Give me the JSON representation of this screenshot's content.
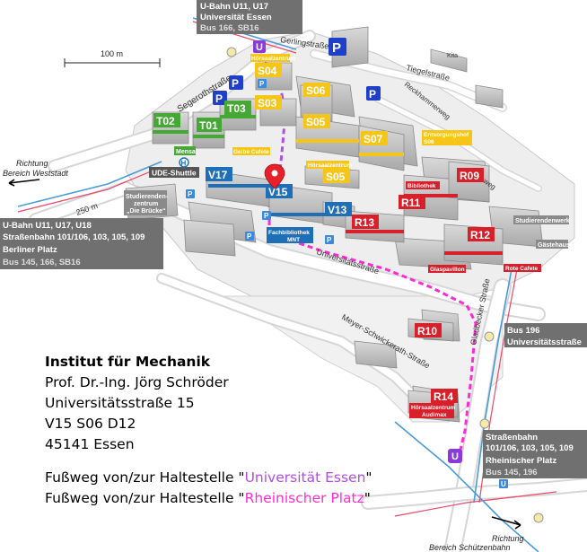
{
  "scale": {
    "label": "100 m"
  },
  "streets": {
    "gerlingstrasse": "Gerlingstraße",
    "segerothstrasse": "Segerothstraße",
    "tiegelstrasse": "Tiegelstraße",
    "reckhammerweg": "Reckhammerweg",
    "weg": "weg",
    "universitaetsstrasse": "Universitätsstraße",
    "meyer_schwickerath": "Meyer-Schwickerath-Straße",
    "gladbecker_strasse": "Gladbecker Straße",
    "street_250m": "250 m",
    "kita": "Kita"
  },
  "transit": {
    "top": {
      "line1": "U-Bahn U11, U17",
      "line2": "Universität Essen",
      "line3": "Bus 166, SB16"
    },
    "left": {
      "line1": "U-Bahn U11, U17, U18",
      "line2": "Straßenbahn 101/106, 103, 105, 109",
      "line3": "Berliner Platz",
      "line4": "Bus 145, 166, SB16"
    },
    "right_mid": {
      "line1": "Bus 196",
      "line2": "Universitätsstraße"
    },
    "right_bottom": {
      "line1": "Straßenbahn",
      "line2": "101/106, 103, 105, 109",
      "line3": "Rheinischer Platz",
      "line4": "Bus 145, 196"
    },
    "dir_weststadt": {
      "line1": "Richtung",
      "line2": "Bereich Weststadt"
    },
    "dir_schuetzenbahn": {
      "line1": "Richtung",
      "line2": "Bereich Schützenbahn"
    },
    "ude_shuttle": "UDE-Shuttle"
  },
  "buildings": {
    "green": [
      "T02",
      "T01",
      "T03"
    ],
    "yellow": [
      "S04",
      "S03",
      "S06",
      "S05",
      "S07",
      "S05"
    ],
    "blue": [
      "V17",
      "V15",
      "V13"
    ],
    "red": [
      "R09",
      "R11",
      "R13",
      "R12",
      "R10",
      "R14"
    ]
  },
  "facilities": {
    "mensa": "Mensa",
    "gelbe_cafete": "Gelbe Cafete",
    "hoersaal_s04": "Hörsaalzentrum",
    "hoersaal_s05": "Hörsaalzentrum",
    "extra_sport": "Entsorgungshof",
    "studierendenzentrum": {
      "line1": "Studierenden-",
      "line2": "zentrum",
      "line3": "„Die Brücke“"
    },
    "fachbibliothek": {
      "line1": "Fachbibliothek",
      "line2": "MNT"
    },
    "bibliothek": "Bibliothek",
    "studierendenwerk": "Studierendenwerk",
    "gaestehaus": "Gästehaus",
    "glaspavillon": "Glaspavillon",
    "rote_cafete": "Rote Cafete",
    "audimax": {
      "line1": "Hörsaalzentrum",
      "line2": "Audimax"
    }
  },
  "icons": {
    "parking": "P",
    "ubahn": "U",
    "tram": "H"
  },
  "info": {
    "institute": "Institut für Mechanik",
    "professor": "Prof. Dr.-Ing. Jörg Schröder",
    "street": "Universitätsstraße 15",
    "room": "V15 S06 D12",
    "city": "45141 Essen",
    "walk1_prefix": "Fußweg von/zur Haltestelle \"",
    "walk1_stop": "Universität Essen",
    "walk1_suffix": "\"",
    "walk2_prefix": "Fußweg von/zur Haltestelle \"",
    "walk2_stop": "Rheinischer Platz",
    "walk2_suffix": "\""
  },
  "colors": {
    "green": "#45a835",
    "yellow": "#f5c518",
    "blue": "#1f6fb8",
    "red": "#d8202a",
    "route_uni": "#b44be8",
    "route_rp": "#ff2ad4",
    "label_gray": "#707070"
  }
}
